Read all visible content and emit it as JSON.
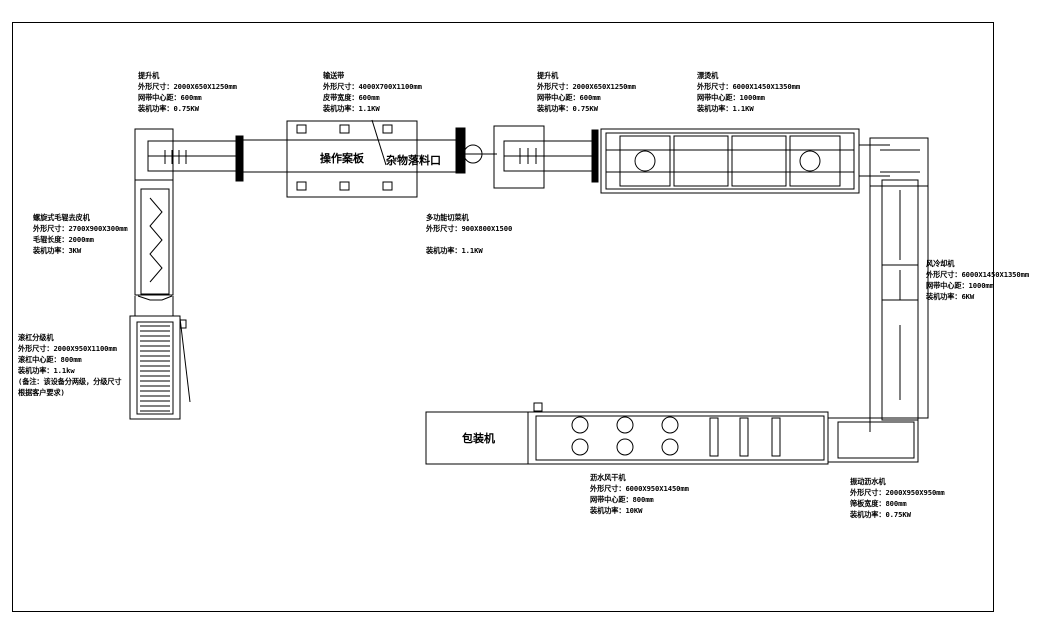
{
  "labels": {
    "elevator1": [
      "提升机",
      "外形尺寸：2000X650X1250mm",
      "网带中心距：600mm",
      "装机功率：0.75KW"
    ],
    "conveyor": [
      "输送带",
      "外形尺寸：4000X700X1100mm",
      "皮带宽度：600mm",
      "装机功率：1.1KW"
    ],
    "elevator2": [
      "提升机",
      "外形尺寸：2000X650X1250mm",
      "网带中心距：600mm",
      "装机功率：0.75KW"
    ],
    "blancher": [
      "漂烫机",
      "外形尺寸：6000X1450X1350mm",
      "网带中心距：1000mm",
      "装机功率：1.1KW"
    ],
    "peeler": [
      "螺旋式毛辊去皮机",
      "外形尺寸：2700X900X300mm",
      "毛辊长度：2000mm",
      "装机功率：3KW"
    ],
    "cutter": [
      "多功能切菜机",
      "外形尺寸：900X800X1500",
      "",
      "装机功率：1.1KW"
    ],
    "cooler": [
      "风冷却机",
      "外形尺寸：6000X1450X1350mm",
      "网带中心距：1000mm",
      "装机功率：6KW"
    ],
    "grader": [
      "滚杠分级机",
      "外形尺寸：2000X950X1100mm",
      "滚杠中心距：800mm",
      "装机功率：1.1kw",
      "(备注：该设备分两级，分级尺寸",
      "根据客户要求)"
    ],
    "dryer": [
      "沥水风干机",
      "外形尺寸：6000X950X1450mm",
      "网带中心距：800mm",
      "装机功率：10KW"
    ],
    "vibrator": [
      "振动沥水机",
      "外形尺寸：2000X950X950mm",
      "筛板宽度：800mm",
      "装机功率：0.75KW"
    ]
  },
  "inline": {
    "operation_board": "操作案板",
    "debris_outlet": "杂物落料口",
    "packing_machine": "包装机"
  }
}
